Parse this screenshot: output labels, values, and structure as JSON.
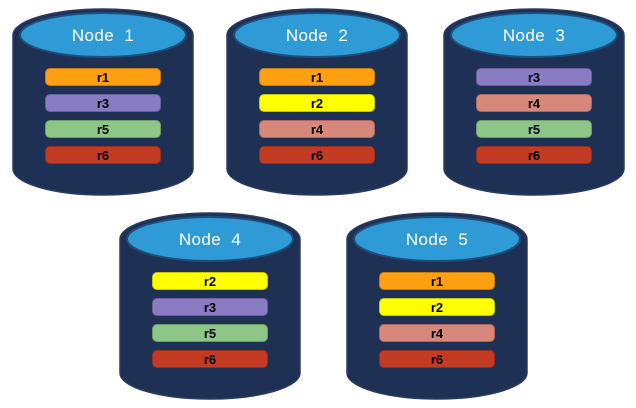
{
  "canvas": {
    "background": "#ffffff"
  },
  "palette": {
    "cylinder_body": "#1E3054",
    "cylinder_body_stroke": "#2B3B62",
    "cylinder_top": "#2E9AD6",
    "cylinder_top_stroke": "#1F4E79",
    "title_color": "#ffffff",
    "bar_text_color": "#000000",
    "replica_colors": {
      "r1": "#FFA013",
      "r2": "#FFFF00",
      "r3": "#8A7CC4",
      "r4": "#D8877B",
      "r5": "#8CC788",
      "r6": "#C33B23"
    }
  },
  "nodes": [
    {
      "title": "Node  1",
      "replicas": [
        "r1",
        "r3",
        "r5",
        "r6"
      ]
    },
    {
      "title": "Node  2",
      "replicas": [
        "r1",
        "r2",
        "r4",
        "r6"
      ]
    },
    {
      "title": "Node  3",
      "replicas": [
        "r3",
        "r4",
        "r5",
        "r6"
      ]
    },
    {
      "title": "Node  4",
      "replicas": [
        "r2",
        "r3",
        "r5",
        "r6"
      ]
    },
    {
      "title": "Node  5",
      "replicas": [
        "r1",
        "r2",
        "r4",
        "r6"
      ]
    }
  ]
}
